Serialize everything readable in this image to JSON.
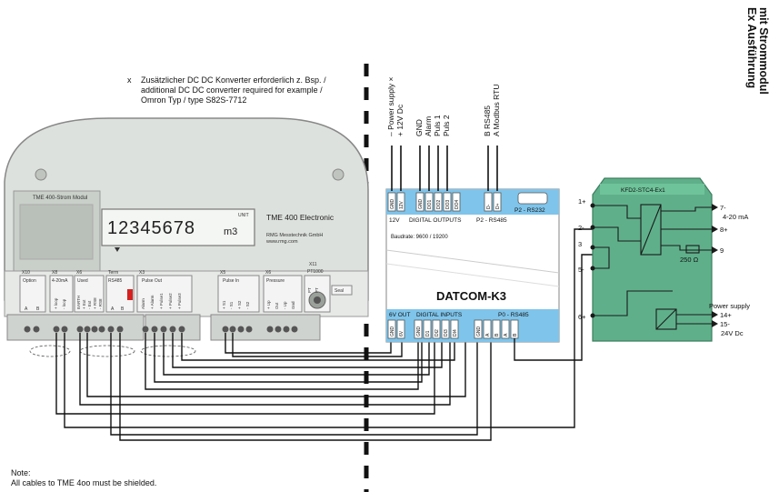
{
  "title": [
    "Ex Ausführung",
    "mit Strommodul"
  ],
  "footnote": {
    "marker": "x",
    "lines": [
      "Zusätzlicher DC DC Konverter erforderlich z. Bsp. /",
      "additional DC DC converter required for example /",
      "Omron Typ / type S82S-7712"
    ]
  },
  "note": [
    "Note:",
    "All cables to TME 4oo must be shielded."
  ],
  "tme": {
    "module_label": "TME 400-Strom Modul",
    "display_digits": "12345678",
    "display_unit_label": "UNIT",
    "display_unit": "m3",
    "name": "TME 400 Electronic",
    "maker": "RMG Messtechnik GmbH",
    "url": "www.rmg.com",
    "terminal_groups": [
      "X10",
      "X8",
      "X6",
      "Term",
      "X3",
      "X5",
      "X6",
      "X11"
    ],
    "group_labels": [
      "Option",
      "4-20mA",
      "Used",
      "RS485",
      "Pulse Out",
      "Pulse In",
      "Pressure",
      "PT1000"
    ],
    "seal_label": "Seal",
    "option_pins": [
      "A",
      "B"
    ],
    "rs485_pins": [
      "A",
      "B"
    ],
    "mA_pins": [
      "+ loop",
      "- loop"
    ],
    "used_pins": [
      "EARTH",
      "+ Ext",
      "- Ext",
      "+ RS8",
      "- RS8"
    ],
    "pulse_out_pins": [
      "Alarm",
      "+ Alarm",
      "+ Pulse1",
      "+ Pulse2",
      "+ Pulse3"
    ],
    "pulse_in_pins": [
      "+ S1",
      "- S1",
      "+ S2",
      "- S2"
    ],
    "pressure_pins": [
      "+ Up",
      "Out",
      "- Up",
      "Gnd"
    ],
    "pt_pins": [
      "PT",
      "PT"
    ]
  },
  "datcom": {
    "top_labels": [
      "– Power supply ×",
      "+ 12V Dc",
      "GND",
      "Alarm",
      "Puls 1",
      "Puls 2",
      "B  RS485",
      "A  Modbus RTU"
    ],
    "top_pins": [
      "GND",
      "12V",
      "GND",
      "DO1",
      "DO2",
      "DO3",
      "DO4",
      "D-",
      "D+"
    ],
    "top_group_labels": [
      "12V",
      "DIGITAL OUTPUTS",
      "P2 - RS485",
      "P2 - RS232"
    ],
    "baudrate": "Baudrate: 9600 / 19200",
    "name": "DATCOM-K3",
    "bottom_group_labels": [
      "6V OUT",
      "DIGITAL INPUTS",
      "P0 - RS485"
    ],
    "bottom_pins": [
      "GND",
      "6V",
      "GND",
      "D1",
      "DI2",
      "DI3",
      "DI4",
      "GND",
      "A",
      "B",
      "A",
      "B"
    ]
  },
  "kfd": {
    "name": "KFD2-STC4-Ex1",
    "left_pins": [
      "1+",
      "2-",
      "3",
      "5-",
      "6+"
    ],
    "right_pins": [
      "7-",
      "8+",
      "9",
      "14+",
      "15-"
    ],
    "output_label": "4-20 mA",
    "resistor_label": "250 Ω",
    "supply_label": "Power supply",
    "supply_voltage": "24V Dc"
  }
}
